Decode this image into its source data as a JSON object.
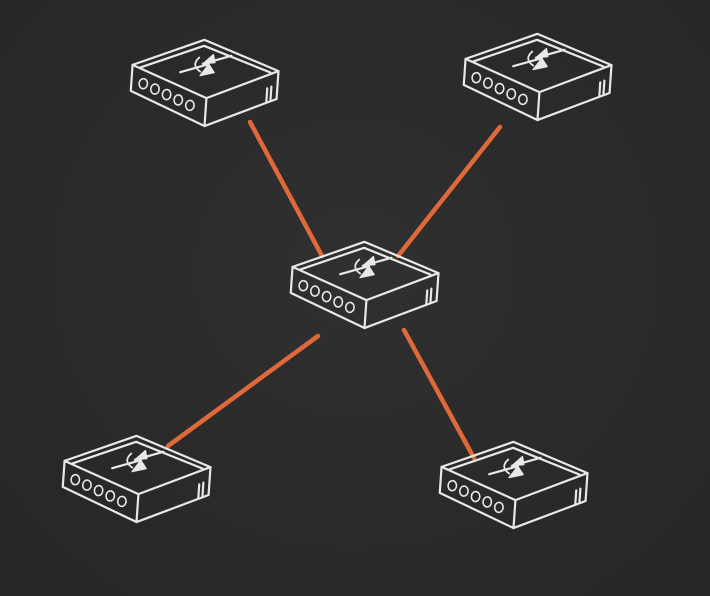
{
  "diagram": {
    "type": "star-network-topology",
    "colors": {
      "background": "#2b2b2b",
      "device_stroke": "#e8e8e8",
      "link": "#e0693a"
    },
    "icon": "network-switch-icon",
    "nodes": [
      {
        "id": "switch-top-left",
        "icon": "network-switch-icon",
        "role": "edge"
      },
      {
        "id": "switch-top-right",
        "icon": "network-switch-icon",
        "role": "edge"
      },
      {
        "id": "switch-center",
        "icon": "network-switch-icon",
        "role": "hub"
      },
      {
        "id": "switch-bottom-left",
        "icon": "network-switch-icon",
        "role": "edge"
      },
      {
        "id": "switch-bottom-right",
        "icon": "network-switch-icon",
        "role": "edge"
      }
    ],
    "links": [
      {
        "from": "switch-center",
        "to": "switch-top-left"
      },
      {
        "from": "switch-center",
        "to": "switch-top-right"
      },
      {
        "from": "switch-center",
        "to": "switch-bottom-left"
      },
      {
        "from": "switch-center",
        "to": "switch-bottom-right"
      }
    ]
  }
}
